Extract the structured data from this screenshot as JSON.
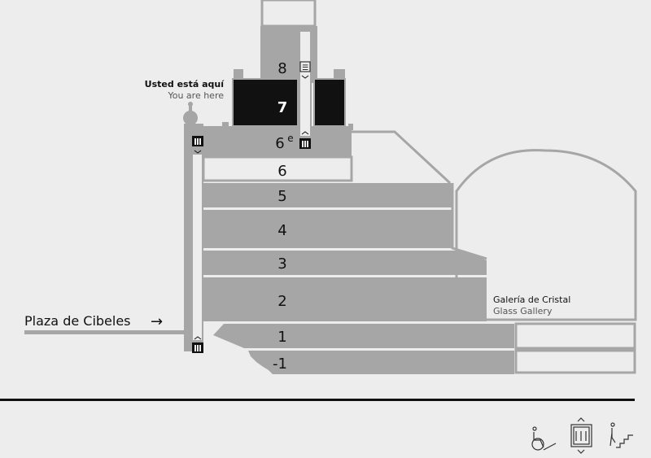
{
  "you_are_here": {
    "es": "Usted está aquí",
    "en": "You are here"
  },
  "floors": {
    "f8": "8",
    "f7": "7",
    "f6e": "6",
    "f6e_sup": "e",
    "f6": "6",
    "f5": "5",
    "f4": "4",
    "f3": "3",
    "f2": "2",
    "f1": "1",
    "fm1": "-1"
  },
  "entrance": {
    "label": "Plaza de Cibeles",
    "arrow": "→"
  },
  "gallery": {
    "es": "Galería de Cristal",
    "en": "Glass Gallery"
  },
  "legend": {
    "icons": [
      "wheelchair-ramp-icon",
      "elevator-icon",
      "stairs-icon"
    ]
  },
  "colors": {
    "floor_gray": "#a6a6a6",
    "highlight": "#111111",
    "background": "#ededed"
  }
}
